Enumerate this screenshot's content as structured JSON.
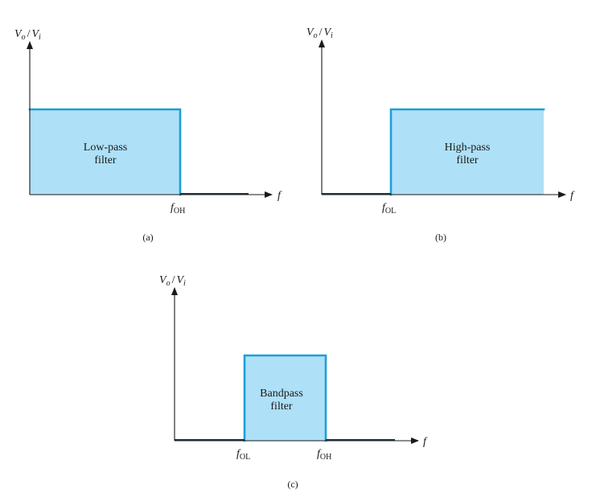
{
  "ylabel": {
    "main": "V",
    "sub_o": "o",
    "slash": "/",
    "main2": "V",
    "sub_i": "i"
  },
  "xlabel": "f",
  "panels": {
    "a": {
      "caption": "(a)",
      "box_line1": "Low-pass",
      "box_line2": "filter",
      "tick1": {
        "main": "f",
        "sub": "OH"
      }
    },
    "b": {
      "caption": "(b)",
      "box_line1": "High-pass",
      "box_line2": "filter",
      "tick1": {
        "main": "f",
        "sub": "OL"
      }
    },
    "c": {
      "caption": "(c)",
      "box_line1": "Bandpass",
      "box_line2": "filter",
      "tick1": {
        "main": "f",
        "sub": "OL"
      },
      "tick2": {
        "main": "f",
        "sub": "OH"
      }
    }
  },
  "colors": {
    "band_fill": "#aee0f7",
    "band_edge": "#1d9fd8",
    "axis": "#1a1a1a"
  }
}
